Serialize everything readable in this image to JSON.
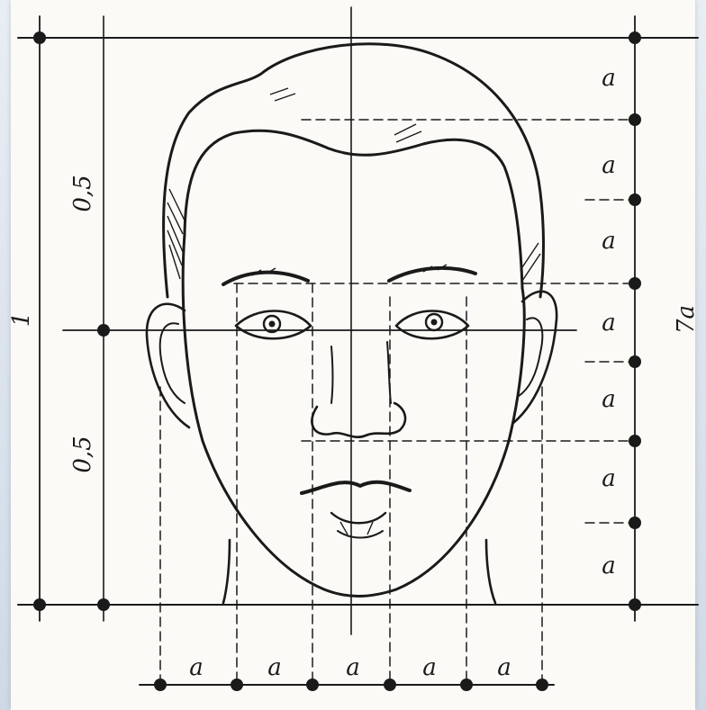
{
  "diagram": {
    "left_labels": {
      "top_half": "0,5",
      "bottom_half": "0,5",
      "total": "1"
    },
    "right_labels": {
      "segment": "a",
      "total": "7a"
    },
    "bottom_labels": {
      "segment": "a"
    },
    "colors": {
      "ink": "#1a1a1a",
      "paper": "#fbfaf6",
      "background": "#dfe6ef"
    }
  }
}
